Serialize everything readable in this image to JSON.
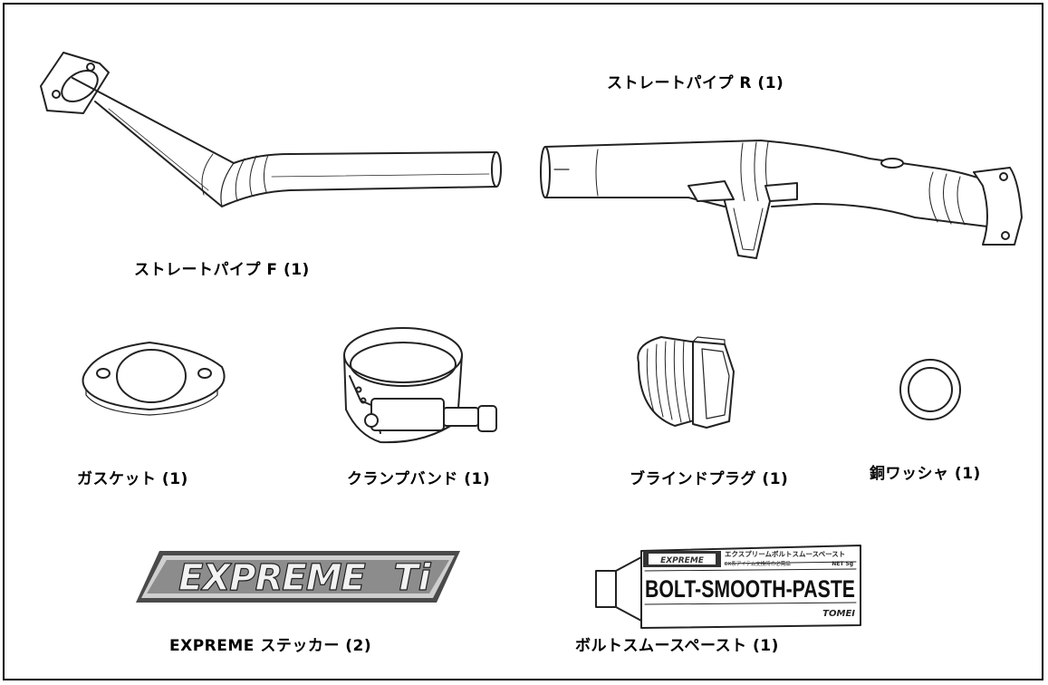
{
  "parts": [
    {
      "id": "pipe_r",
      "label": "ストレートパイプ R (1)"
    },
    {
      "id": "pipe_f",
      "label": "ストレートパイプ F (1)"
    },
    {
      "id": "gasket",
      "label": "ガスケット (1)"
    },
    {
      "id": "clamp",
      "label": "クランプバンド (1)"
    },
    {
      "id": "plug",
      "label": "ブラインドプラグ (1)"
    },
    {
      "id": "washer",
      "label": "銅ワッシャ (1)"
    },
    {
      "id": "sticker",
      "label": "EXPREME ステッカー (2)"
    },
    {
      "id": "paste",
      "label": "ボルトスムースペースト (1)"
    }
  ],
  "logo": {
    "text": "EXPREME Ti"
  },
  "paste_tube": {
    "brand": "EXPREME",
    "header_jp": "エクスプリームボルトスムースペースト",
    "sub_jp": "EX系アイテム交換時の必需品",
    "net": "NET 5g",
    "main": "BOLT-SMOOTH-PASTE",
    "maker": "TOMEI"
  }
}
